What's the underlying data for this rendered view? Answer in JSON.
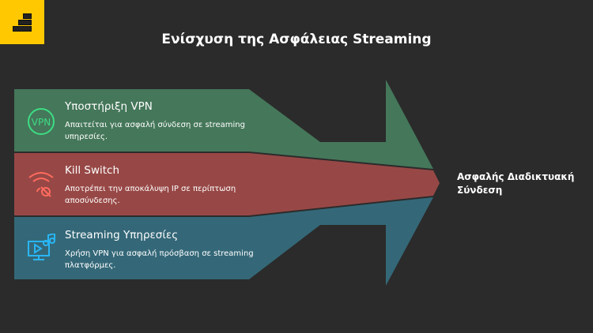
{
  "title": "Ενίσχυση της Ασφάλειας Streaming",
  "items": [
    {
      "title": "Υποστήριξη VPN",
      "desc": "Απαιτείται για ασφαλή σύνδεση σε streaming υπηρεσίες.",
      "icon": "vpn-icon",
      "icon_text": "VPN",
      "color": "#45775a",
      "accent": "#3ddc84"
    },
    {
      "title": "Kill Switch",
      "desc": "Αποτρέπει την αποκάλυψη IP σε περίπτωση αποσύνδεσης.",
      "icon": "wifi-off-icon",
      "color": "#974846",
      "accent": "#ff6b5e"
    },
    {
      "title": "Streaming Υπηρεσίες",
      "desc": "Χρήση VPN για ασφαλή πρόσβαση σε streaming πλατφόρμες.",
      "icon": "streaming-monitor-icon",
      "color": "#346878",
      "accent": "#29b6f6"
    }
  ],
  "result": "Ασφαλής Διαδικτυακή Σύνδεση"
}
